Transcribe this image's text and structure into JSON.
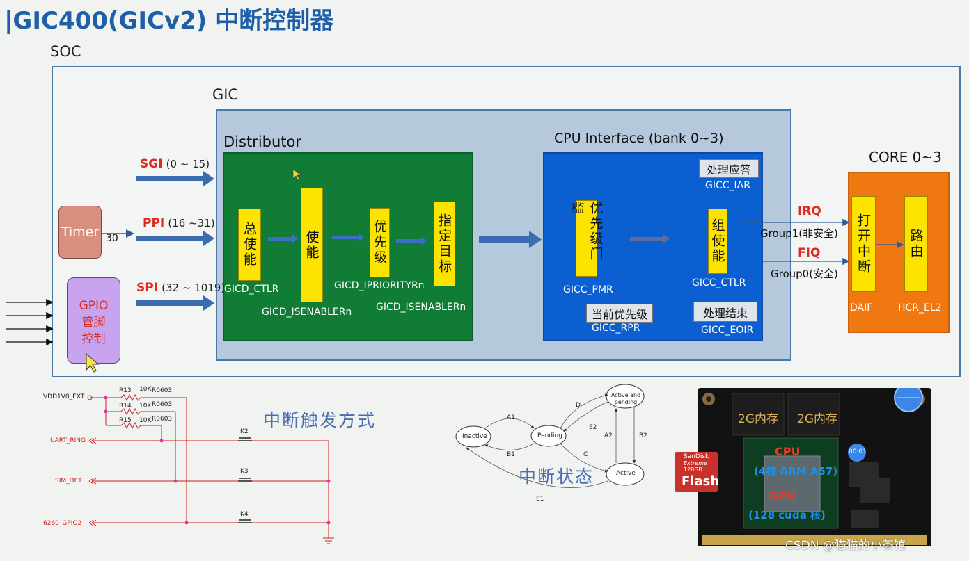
{
  "title": "|GIC400(GICv2) 中断控制器",
  "soc": {
    "label": "SOC",
    "gic": {
      "label": "GIC",
      "distributor": {
        "label": "Distributor",
        "blocks": [
          {
            "text": "总使能",
            "reg": "GICD_CTLR"
          },
          {
            "text": "使能",
            "reg": "GICD_ISENABLERn"
          },
          {
            "text": "优先级",
            "reg": "GICD_IPRIORITYRn"
          },
          {
            "text": "指定目标",
            "reg": "GICD_ISENABLERn"
          }
        ]
      },
      "cpu_interface": {
        "label": "CPU Interface (bank 0~3)",
        "pmr": {
          "text": "优先级门槛",
          "reg": "GICC_PMR"
        },
        "group_enable": {
          "text": "组使能",
          "reg": "GICC_CTLR"
        },
        "ack": {
          "text": "处理应答",
          "reg": "GICC_IAR"
        },
        "current_priority": {
          "text": "当前优先级",
          "reg": "GICC_RPR"
        },
        "eoi": {
          "text": "处理结束",
          "reg": "GICC_EOIR"
        }
      }
    },
    "inputs": [
      {
        "name": "SGI",
        "range": "(0 ~ 15)"
      },
      {
        "name": "PPI",
        "range": "(16 ~31)"
      },
      {
        "name": "SPI",
        "range": "(32 ~ 1019)"
      }
    ],
    "timer": {
      "label": "Timer",
      "irq": "30"
    },
    "gpio": {
      "line1": "GPIO",
      "line2": "管脚",
      "line3": "控制"
    },
    "outputs": [
      {
        "name": "IRQ",
        "group": "Group1(非安全)"
      },
      {
        "name": "FIQ",
        "group": "Group0(安全)"
      }
    ],
    "core": {
      "label": "CORE 0~3",
      "blocks": [
        {
          "text": "打开中断",
          "reg": "DAIF"
        },
        {
          "text": "路由",
          "reg": "HCR_EL2"
        }
      ]
    }
  },
  "trigger": {
    "title": "中断触发方式",
    "vdd": "VDD1V8_EXT",
    "resistors": [
      {
        "name": "R13",
        "value": "10K",
        "pkg": "R0603"
      },
      {
        "name": "R14",
        "value": "10K",
        "pkg": "R0603"
      },
      {
        "name": "R15",
        "value": "10K",
        "pkg": "R0603"
      }
    ],
    "signals": [
      "UART_RING",
      "SIM_DET",
      "6260_GPIO2"
    ],
    "keys": [
      "K2",
      "K3",
      "K4"
    ]
  },
  "state": {
    "title": "中断状态",
    "states": [
      "Inactive",
      "Pending",
      "Active",
      "Active and pending"
    ],
    "transitions": [
      "A1",
      "B1",
      "C",
      "D",
      "E1",
      "E2",
      "A2",
      "B2"
    ]
  },
  "board": {
    "mem1": "2G内存",
    "mem2": "2G内存",
    "cpu": "CPU",
    "cpu_desc": "(4核 ARM A57)",
    "gpu": "GPU",
    "gpu_desc": "(128 cuda 核)",
    "sd_brand": "SanDisk",
    "sd_sub": "Extreme",
    "sd_cap": "128GB",
    "sd_label": "Flash",
    "badge": "00:01"
  },
  "watermark": "CSDN @猫猫的小茶馆"
}
